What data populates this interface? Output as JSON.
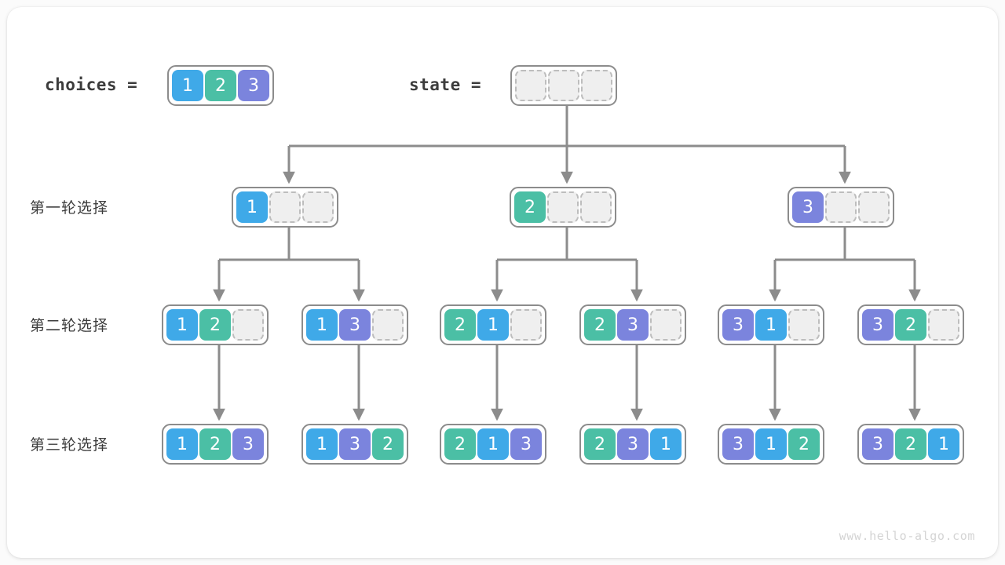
{
  "meta": {
    "watermark": "www.hello-algo.com",
    "colors": {
      "value_1": "#3fa9e8",
      "value_2": "#4bbfa5",
      "value_3": "#7b84dd",
      "empty_cell": "#efefef",
      "node_border": "#8c8c8c",
      "connector": "#8c8c8c",
      "text": "#3c3c3c"
    }
  },
  "header": {
    "choices_label": "choices =",
    "choices_values": [
      "1",
      "2",
      "3"
    ],
    "state_label": "state =",
    "state_values": [
      "",
      "",
      ""
    ]
  },
  "row_labels": {
    "round1": "第一轮选择",
    "round2": "第二轮选择",
    "round3": "第三轮选择"
  },
  "tree": {
    "root": {
      "values": [
        "",
        "",
        ""
      ]
    },
    "level1": [
      {
        "values": [
          "1",
          "",
          ""
        ]
      },
      {
        "values": [
          "2",
          "",
          ""
        ]
      },
      {
        "values": [
          "3",
          "",
          ""
        ]
      }
    ],
    "level2": [
      {
        "values": [
          "1",
          "2",
          ""
        ]
      },
      {
        "values": [
          "1",
          "3",
          ""
        ]
      },
      {
        "values": [
          "2",
          "1",
          ""
        ]
      },
      {
        "values": [
          "2",
          "3",
          ""
        ]
      },
      {
        "values": [
          "3",
          "1",
          ""
        ]
      },
      {
        "values": [
          "3",
          "2",
          ""
        ]
      }
    ],
    "level3": [
      {
        "values": [
          "1",
          "2",
          "3"
        ]
      },
      {
        "values": [
          "1",
          "3",
          "2"
        ]
      },
      {
        "values": [
          "2",
          "1",
          "3"
        ]
      },
      {
        "values": [
          "2",
          "3",
          "1"
        ]
      },
      {
        "values": [
          "3",
          "1",
          "2"
        ]
      },
      {
        "values": [
          "3",
          "2",
          "1"
        ]
      }
    ]
  }
}
